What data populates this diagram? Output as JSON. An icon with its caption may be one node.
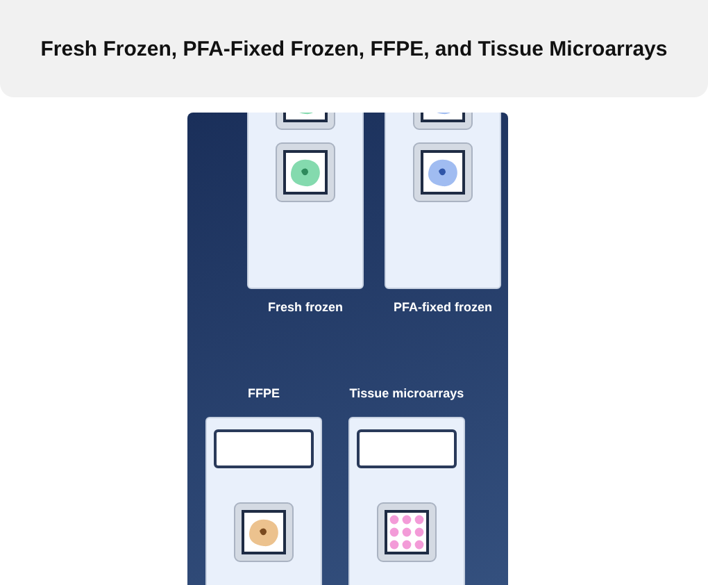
{
  "diagram": {
    "title": "Fresh Frozen, PFA-Fixed Frozen, FFPE, and Tissue Microarrays",
    "nodes": [
      {
        "text": [
          "Fresh frozen"
        ]
      },
      {
        "text": [
          "PFA-fixed frozen"
        ]
      },
      {
        "text": [
          "FFPE"
        ]
      },
      {
        "text": [
          "Tissue microarrays"
        ]
      }
    ]
  }
}
